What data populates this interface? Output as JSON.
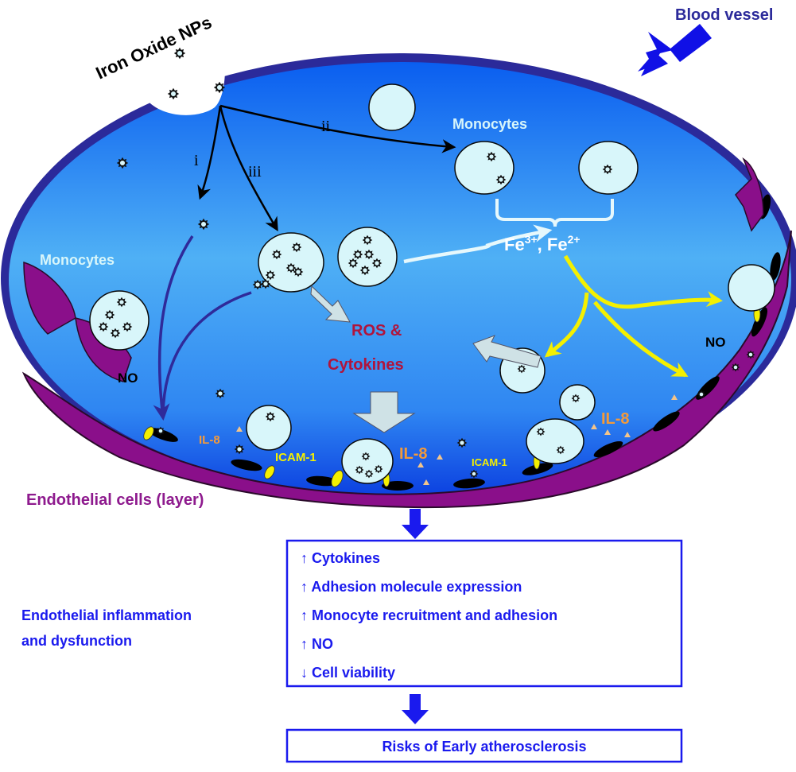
{
  "labels": {
    "iron_oxide": "Iron Oxide NPs",
    "blood_vessel": "Blood vessel",
    "monocytes_top": "Monocytes",
    "monocytes_left": "Monocytes",
    "pathway_i": "i",
    "pathway_ii": "ii",
    "pathway_iii": "iii",
    "fe3": "Fe",
    "fe3_sup": "3+",
    "fe_sep": ", Fe",
    "fe2_sup": "2+",
    "ros_line1": "ROS &",
    "ros_line2": "Cytokines",
    "no_left": "NO",
    "no_right": "NO",
    "il8_1": "IL-8",
    "il8_2": "IL-8",
    "il8_3": "IL-8",
    "icam_1": "ICAM-1",
    "icam_2": "ICAM-1",
    "endothelial": "Endothelial cells (layer)"
  },
  "effects": {
    "side_label_line1": "Endothelial inflammation",
    "side_label_line2": "and dysfunction",
    "items": [
      {
        "direction": "↑",
        "text": "Cytokines"
      },
      {
        "direction": "↑",
        "text": "Adhesion molecule expression"
      },
      {
        "direction": "↑",
        "text": "Monocyte recruitment and adhesion"
      },
      {
        "direction": "↑",
        "text": "NO"
      },
      {
        "direction": "↓",
        "text": "Cell viability"
      }
    ]
  },
  "outcome": "Risks of Early atherosclerosis",
  "colors": {
    "vessel_wall": "#2b2a9a",
    "lumen_top": "#0a5ef0",
    "lumen_mid": "#4fb0f5",
    "endothelial": "#8a0f8a",
    "monocyte": "#d8f6fa",
    "yellow": "#f4f000",
    "il8": "#f39a3a",
    "ros": "#b0143c",
    "text_blue": "#1a1aee",
    "endo_label": "#8e1a8e"
  }
}
